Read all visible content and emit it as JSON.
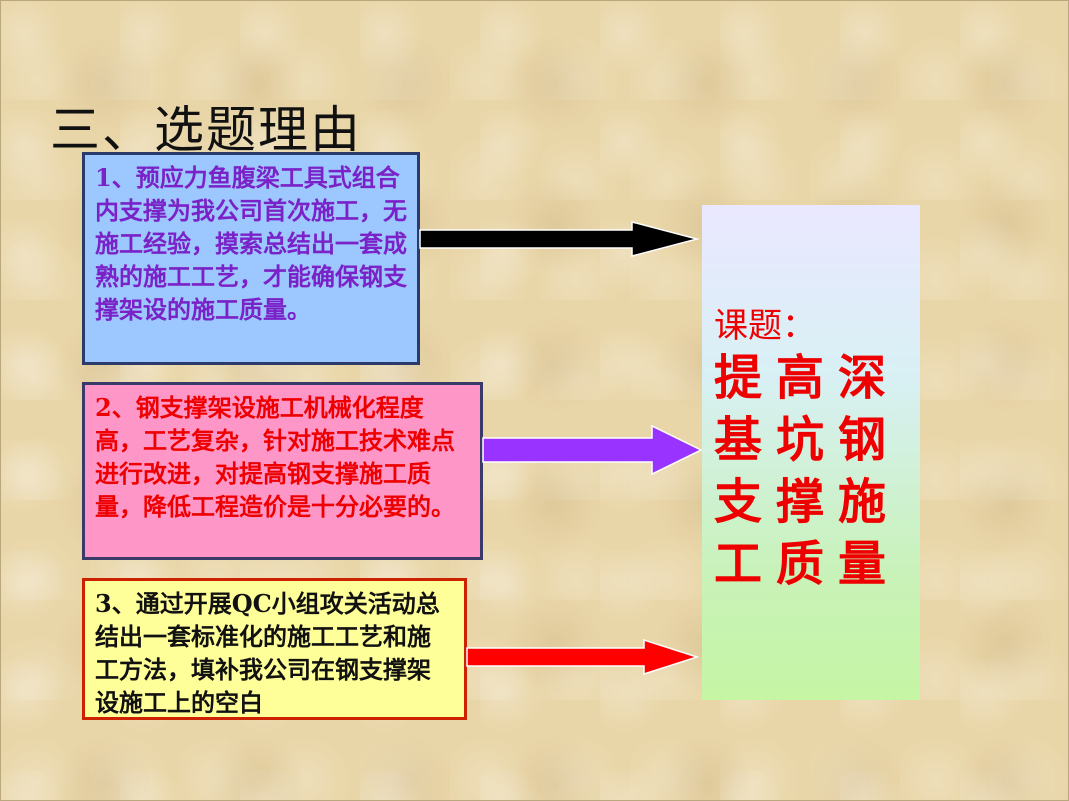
{
  "slide": {
    "title": "三、选题理由",
    "reasons": [
      "1、预应力鱼腹梁工具式组合内支撑为我公司首次施工，无施工经验，摸索总结出一套成熟的施工工艺，才能确保钢支撑架设的施工质量。",
      "2、钢支撑架设施工机械化程度高，工艺复杂，针对施工技术难点进行改进，对提高钢支撑施工质量，降低工程造价是十分必要的。",
      "3、通过开展QC小组攻关活动总结出一套标准化的施工工艺和施工方法，填补我公司在钢支撑架设施工上的空白"
    ],
    "topic": {
      "label": "课题：",
      "text": "提高深基坑钢支撑施工质量"
    }
  },
  "colors": {
    "arrow1": "#000000",
    "arrow2": "#9933ff",
    "arrow3": "#ff0000",
    "topic_text": "#ee0000"
  }
}
